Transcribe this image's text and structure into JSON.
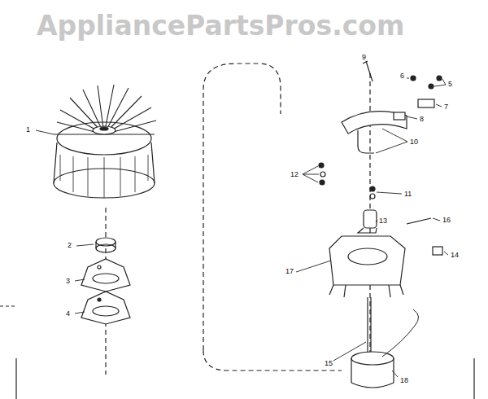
{
  "diagram": {
    "labels": [
      "AppliancePartsPros.com",
      "1",
      "2",
      "3",
      "4",
      "9",
      "6",
      "5",
      "7",
      "8",
      "12",
      "10",
      "11",
      "13",
      "16",
      "14",
      "17",
      "15",
      "18"
    ]
  }
}
